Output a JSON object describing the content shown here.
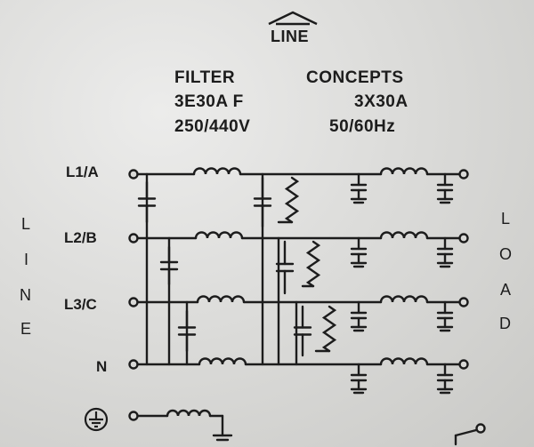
{
  "top_label": "LINE",
  "header": {
    "left_line1": "FILTER",
    "left_line2": "3E30A F",
    "left_line3": "250/440V",
    "right_line1": "CONCEPTS",
    "right_line2": "3X30A",
    "right_line3": "50/60Hz"
  },
  "terminals": {
    "l1": "L1/A",
    "l2": "L2/B",
    "l3": "L3/C",
    "n": "N"
  },
  "left_side_letters": [
    "L",
    "I",
    "N",
    "E"
  ],
  "right_side_letters": [
    "L",
    "O",
    "A",
    "D"
  ],
  "icons": {
    "ground": "ground-symbol-icon",
    "arrow": "up-arrow-icon"
  },
  "ink_color": "#1c1c1c",
  "plate_color": "#d9d9d7"
}
